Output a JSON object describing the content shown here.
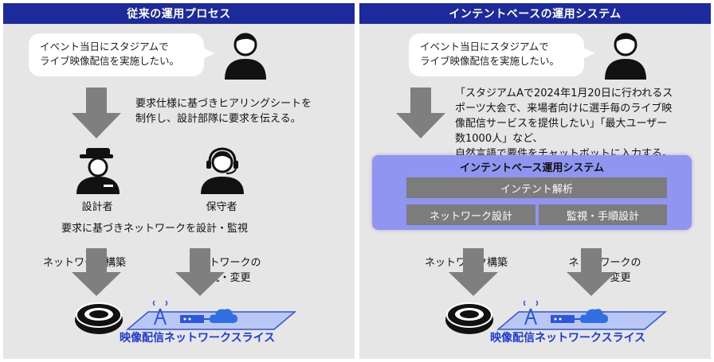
{
  "left_panel": {
    "title": "従来の運用プロセス",
    "bubble_line1": "イベント当日にスタジアムで",
    "bubble_line2": "ライブ映像配信を実施したい。",
    "arrow_text_line1": "要求仕様に基づきヒアリングシートを",
    "arrow_text_line2": "制作し、設計部隊に要求を伝える。",
    "designer_label": "設計者",
    "maintainer_label": "保守者",
    "process_text": "要求に基づきネットワークを設計・監視",
    "build_label": "ネットワーク構築",
    "monitor_label_line1": "ネットワークの",
    "monitor_label_line2": "監視・変更",
    "slice_label": "映像配信ネットワークスライス"
  },
  "right_panel": {
    "title": "インテントベースの運用システム",
    "bubble_line1": "イベント当日にスタジアムで",
    "bubble_line2": "ライブ映像配信を実施したい。",
    "input_text_line1": "「スタジアムAで2024年1月20日に行われるス",
    "input_text_line2": "ポーツ大会で、来場者向けに選手毎のライブ映",
    "input_text_line3": "像配信サービスを提供したい」「最大ユーザー",
    "input_text_line4": "数1000人」など、",
    "input_text_line5": "自然言語で要件をチャットボットに入力する。",
    "system_title": "インテントベース運用システム",
    "intent_bar": "インテント解析",
    "design_bar": "ネットワーク設計",
    "monitor_bar": "監視・手順設計",
    "build_label": "ネットワーク構築",
    "monitor_label_line1": "ネットワークの",
    "monitor_label_line2": "監視・変更",
    "slice_label": "映像配信ネットワークスライス"
  },
  "colors": {
    "header_bg": "#1c2a9c",
    "panel_bg": "#e6e6e6",
    "system_box": "#8f95f0",
    "arrow_gray": "#7f7f7f",
    "slice_text": "#1d3bd6",
    "cloud_blue": "#2f6fe0"
  },
  "icons": [
    "person-icon",
    "designer-icon",
    "maintainer-headset-icon",
    "arrow-down-icon",
    "stadium-icon",
    "antenna-icon",
    "router-icon",
    "cloud-icon"
  ]
}
